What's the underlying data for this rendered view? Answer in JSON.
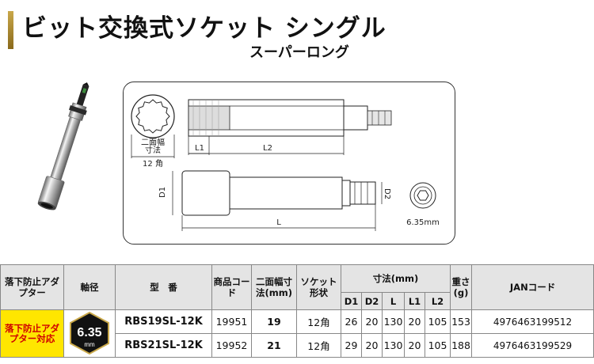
{
  "header": {
    "title": "ビット交換式ソケット シングル",
    "subtitle": "スーパーロング"
  },
  "diagram": {
    "label_nimenpuku": "二面幅",
    "label_sunpo": "寸法",
    "label_12kaku": "12 角",
    "label_L1": "L1",
    "label_L2": "L2",
    "label_D1": "D1",
    "label_D2": "D2",
    "label_L": "L",
    "label_drive": "6.35mm"
  },
  "table": {
    "headers": {
      "drop_prevention": "落下防止アダプター",
      "shaft": "軸径",
      "model": "型　番",
      "product_code": "商品コード",
      "width_size": "二面幅寸法(mm)",
      "socket_shape": "ソケット形状",
      "dimensions": "寸法(mm)",
      "weight": "重さ(g)",
      "jan": "JANコード"
    },
    "dim_columns": [
      "D1",
      "D2",
      "L",
      "L1",
      "L2"
    ],
    "badge": "落下防止アダプター対応",
    "shaft_value": "6.35",
    "shaft_unit": "mm",
    "rows": [
      {
        "model": "RBS19SL-12K",
        "code": "19951",
        "width": "19",
        "shape": "12角",
        "D1": "26",
        "D2": "20",
        "L": "130",
        "L1": "20",
        "L2": "105",
        "weight": "153",
        "jan": "4976463199512"
      },
      {
        "model": "RBS21SL-12K",
        "code": "19952",
        "width": "21",
        "shape": "12角",
        "D1": "29",
        "D2": "20",
        "L": "130",
        "L1": "20",
        "L2": "105",
        "weight": "188",
        "jan": "4976463199529"
      }
    ]
  },
  "colors": {
    "accent": "#b8923a",
    "badge_bg": "#ffe600",
    "badge_text": "#d00000",
    "header_bg": "#e4e4e4"
  }
}
